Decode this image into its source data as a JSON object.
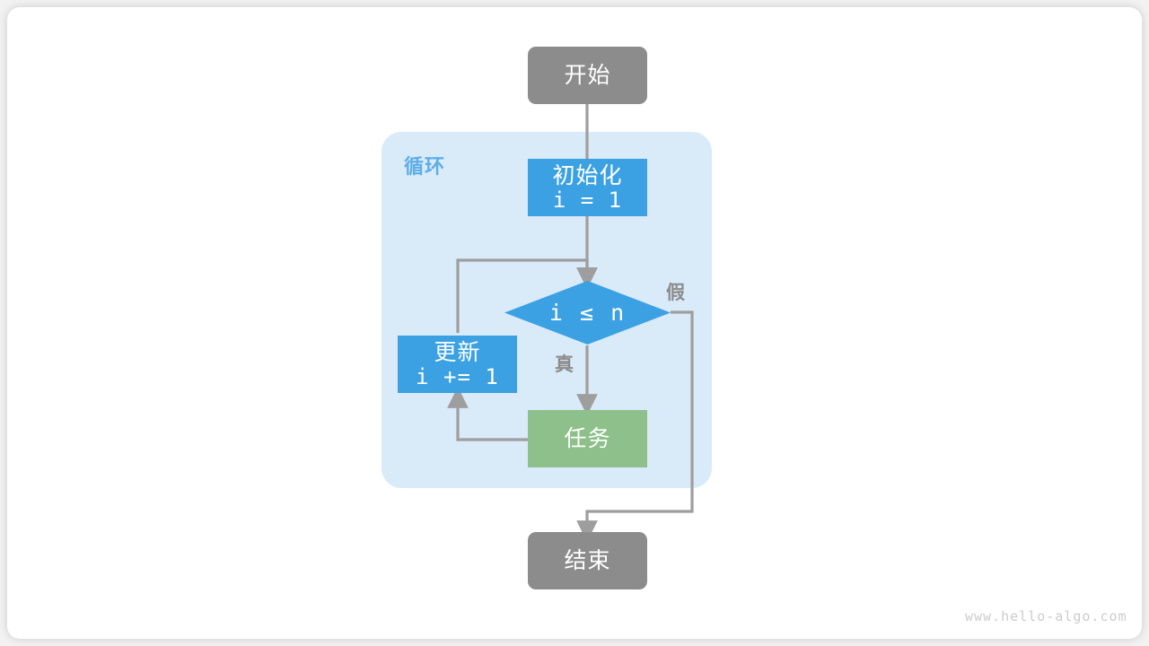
{
  "diagram": {
    "title": "for-loop-flowchart",
    "watermark": "www.hello-algo.com",
    "colors": {
      "page_background": "#f2f2f2",
      "card_background": "#ffffff",
      "terminal_fill": "#8c8c8c",
      "process_fill": "#3ba1e3",
      "decision_fill": "#3ba1e3",
      "task_fill": "#8dc08b",
      "loop_background": "#d9eaf9",
      "loop_label_color": "#5daee8",
      "edge_stroke": "#9e9e9e",
      "node_text": "#ffffff",
      "edge_label_color": "#8c8c8c",
      "watermark_color": "#cccccc"
    },
    "loop_group": {
      "label": "循环"
    },
    "nodes": {
      "start": {
        "label": "开始",
        "shape": "rounded-terminal"
      },
      "init": {
        "label": "初始化",
        "code": "i = 1",
        "shape": "rectangle"
      },
      "decision": {
        "label": "i ≤ n",
        "shape": "diamond"
      },
      "update": {
        "label": "更新",
        "code": "i += 1",
        "shape": "rectangle"
      },
      "task": {
        "label": "任务",
        "shape": "rectangle"
      },
      "end": {
        "label": "结束",
        "shape": "rounded-terminal"
      }
    },
    "edges": {
      "true_label": "真",
      "false_label": "假"
    }
  }
}
